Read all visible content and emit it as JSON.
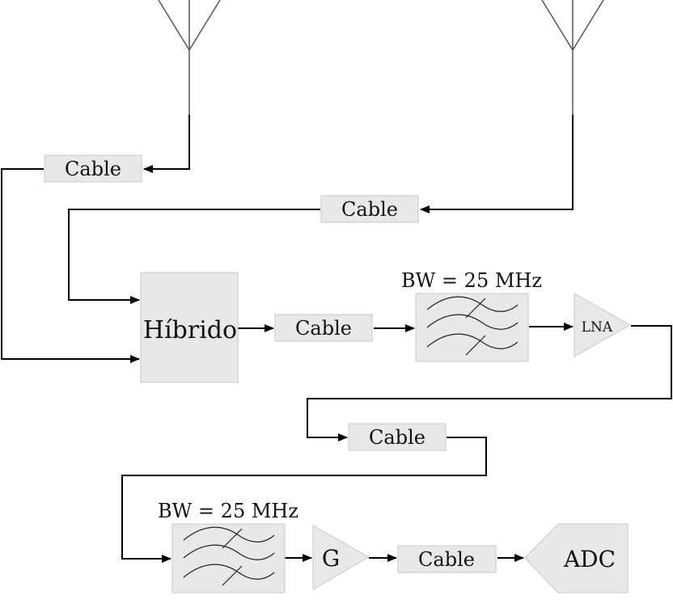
{
  "blocks": {
    "cable_label": "Cable",
    "hybrid_label": "Híbrido",
    "lna_label": "LNA",
    "gain_label": "G",
    "adc_label": "ADC",
    "filter1_bw": "BW = 25 MHz",
    "filter2_bw": "BW = 25 MHz"
  },
  "colors": {
    "block_fill": "#e8e8e8",
    "block_stroke": "#c8c8c8",
    "wire": "#000000",
    "antenna": "#555555"
  },
  "icons": [
    "antenna-icon",
    "filter-icon",
    "amplifier-icon",
    "adc-icon",
    "arrowhead-icon"
  ]
}
